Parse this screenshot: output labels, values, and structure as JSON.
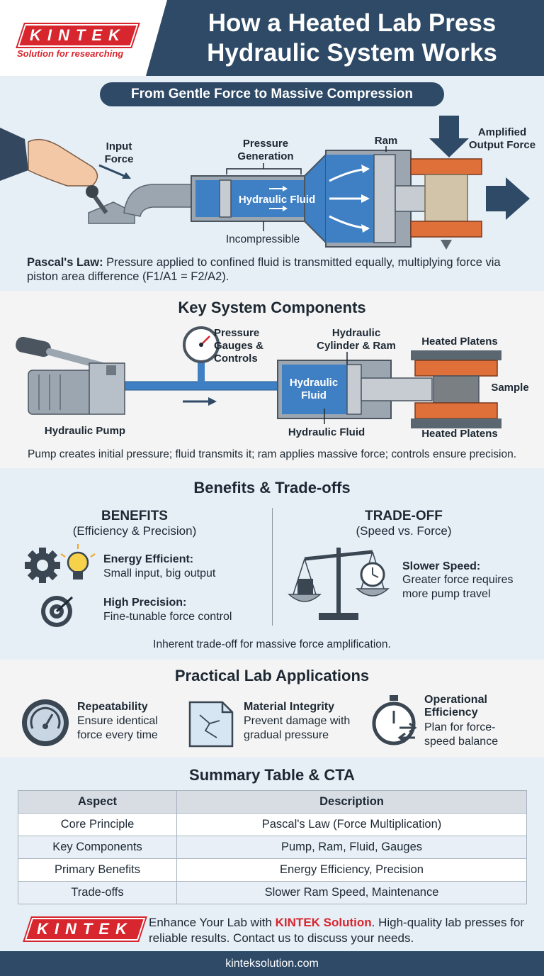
{
  "header": {
    "title_line1": "How a Heated Lab Press",
    "title_line2": "Hydraulic System Works",
    "logo_text": "KINTEK",
    "tagline": "Solution for researching"
  },
  "section1": {
    "pill": "From Gentle Force to Massive Compression",
    "input_force_1": "Input",
    "input_force_2": "Force",
    "pressure_gen_1": "Pressure",
    "pressure_gen_2": "Generation",
    "ram": "Ram",
    "amplified_1": "Amplified",
    "amplified_2": "Output Force",
    "fluid": "Hydraulic Fluid",
    "incompressible": "Incompressible",
    "pascal_bold": "Pascal's Law:",
    "pascal_text": " Pressure applied to confined fluid is transmitted equally, multiplying force via piston area difference (F1/A1 = F2/A2)."
  },
  "section2": {
    "title": "Key System Components",
    "gauges_1": "Pressure",
    "gauges_2": "Gauges &",
    "gauges_3": "Controls",
    "cylinder_1": "Hydraulic",
    "cylinder_2": "Cylinder & Ram",
    "platens_top": "Heated Platens",
    "platens_bottom": "Heated Platens",
    "sample": "Sample",
    "fluid_1": "Hydraulic",
    "fluid_2": "Fluid",
    "fluid_below": "Hydraulic Fluid",
    "pump": "Hydraulic Pump",
    "caption": "Pump creates initial pressure; fluid transmits it; ram applies massive force; controls ensure precision."
  },
  "section3": {
    "title": "Benefits & Trade-offs",
    "benefits_title": "BENEFITS",
    "benefits_sub": "(Efficiency & Precision)",
    "energy_title": "Energy Efficient:",
    "energy_text": "Small input, big output",
    "precision_title": "High Precision:",
    "precision_text": "Fine-tunable force control",
    "tradeoff_title": "TRADE-OFF",
    "tradeoff_sub": "(Speed vs. Force)",
    "slower_title": "Slower Speed:",
    "slower_text_1": "Greater force requires",
    "slower_text_2": "more pump travel",
    "caption": "Inherent trade-off for massive force amplification."
  },
  "section4": {
    "title": "Practical Lab Applications",
    "app1_title": "Repeatability",
    "app1_text_1": "Ensure identical",
    "app1_text_2": "force every time",
    "app2_title": "Material Integrity",
    "app2_text_1": "Prevent damage with",
    "app2_text_2": "gradual pressure",
    "app3_title_1": "Operational",
    "app3_title_2": "Efficiency",
    "app3_text_1": "Plan for force-",
    "app3_text_2": "speed balance"
  },
  "section5": {
    "title": "Summary Table & CTA",
    "col1": "Aspect",
    "col2": "Description",
    "rows": [
      {
        "aspect": "Core Principle",
        "desc": "Pascal's Law (Force Multiplication)"
      },
      {
        "aspect": "Key Components",
        "desc": "Pump, Ram, Fluid, Gauges"
      },
      {
        "aspect": "Primary Benefits",
        "desc": "Energy Efficiency, Precision"
      },
      {
        "aspect": "Trade-offs",
        "desc": "Slower Ram Speed, Maintenance"
      }
    ],
    "cta_pre": "Enhance Your Lab with ",
    "cta_brand": "KINTEK Solution",
    "cta_post": ". High-quality lab presses for reliable results. Contact us to discuss your needs."
  },
  "footer": {
    "url": "kinteksolution.com"
  },
  "colors": {
    "navy": "#2e4a66",
    "red": "#d8262e",
    "fluid_blue": "#3f7fc4",
    "platen_orange": "#e0703a"
  }
}
